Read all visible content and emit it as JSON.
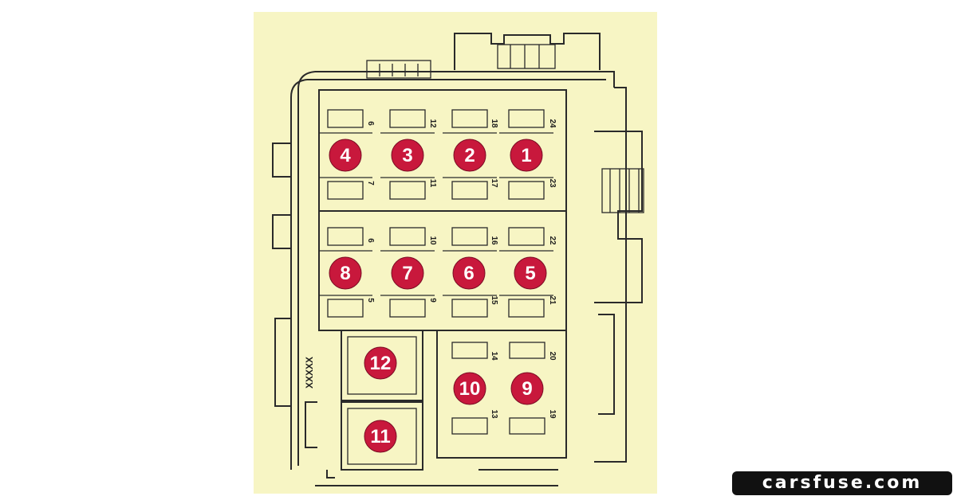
{
  "diagram": {
    "background_color": "#f7f5c4",
    "marker_color": "#c8183c",
    "fuses": [
      {
        "label": "1"
      },
      {
        "label": "2"
      },
      {
        "label": "3"
      },
      {
        "label": "4"
      },
      {
        "label": "5"
      },
      {
        "label": "6"
      },
      {
        "label": "7"
      },
      {
        "label": "8"
      },
      {
        "label": "9"
      },
      {
        "label": "10"
      },
      {
        "label": "11"
      },
      {
        "label": "12"
      }
    ],
    "position_labels": [
      "24",
      "18",
      "12",
      "6",
      "23",
      "17",
      "11",
      "7",
      "22",
      "16",
      "10",
      "6",
      "21",
      "15",
      "9",
      "5",
      "14",
      "20",
      "13",
      "19"
    ],
    "side_marking": "XXXXX"
  },
  "watermark": {
    "text": "carsfuse.com"
  }
}
